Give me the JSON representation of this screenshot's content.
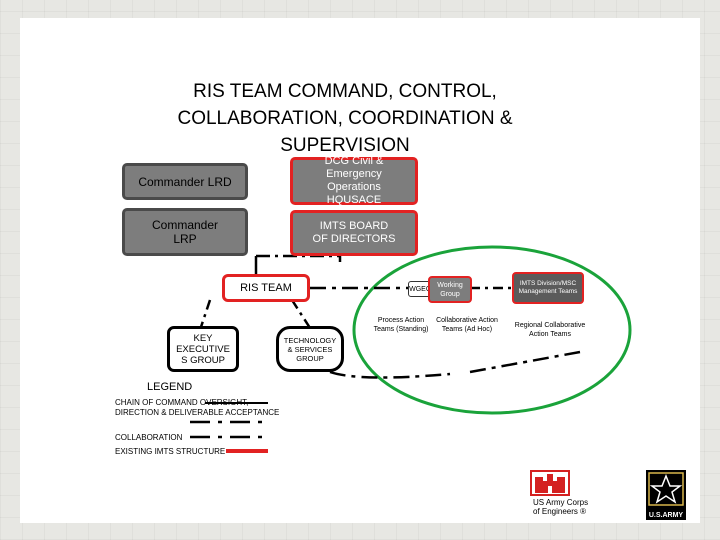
{
  "title": {
    "line1": "RIS TEAM COMMAND, CONTROL,",
    "line2": "COLLABORATION, COORDINATION &",
    "line3": "SUPERVISION"
  },
  "boxes": {
    "commander_lrd": "Commander LRD",
    "dcg": "DCG Civil & Emergency Operations HQUSACE",
    "commander_lrp": "Commander LRP",
    "imts_board": "IMTS BOARD OF DIRECTORS",
    "ris_team": "RIS TEAM",
    "key_exec": "KEY EXECUTIVE S GROUP",
    "tech_services": "TECHNOLOGY & SERVICES GROUP",
    "wgec": "WGEC",
    "working_group": "Working Group",
    "imts_division": "IMTS Division/MSC Management Teams",
    "process_action": "Process Action Teams (Standing)",
    "collab_action": "Collaborative Action Teams (Ad Hoc)",
    "regional_collab": "Regional Collaborative Action Teams"
  },
  "legend": {
    "title": "LEGEND",
    "chain": "CHAIN OF COMMAND OVERSIGHT, DIRECTION & DELIVERABLE ACCEPTANCE",
    "collab": "COLLABORATION",
    "existing": "EXISTING IMTS STRUCTURE"
  },
  "logos": {
    "usace_line1": "US Army Corps",
    "usace_line2": "of Engineers ®",
    "army": "U.S.ARMY"
  },
  "colors": {
    "existing_structure": "#e22222",
    "collab_ellipse": "#1aa33a",
    "box_gray": "#7d7d7d"
  }
}
